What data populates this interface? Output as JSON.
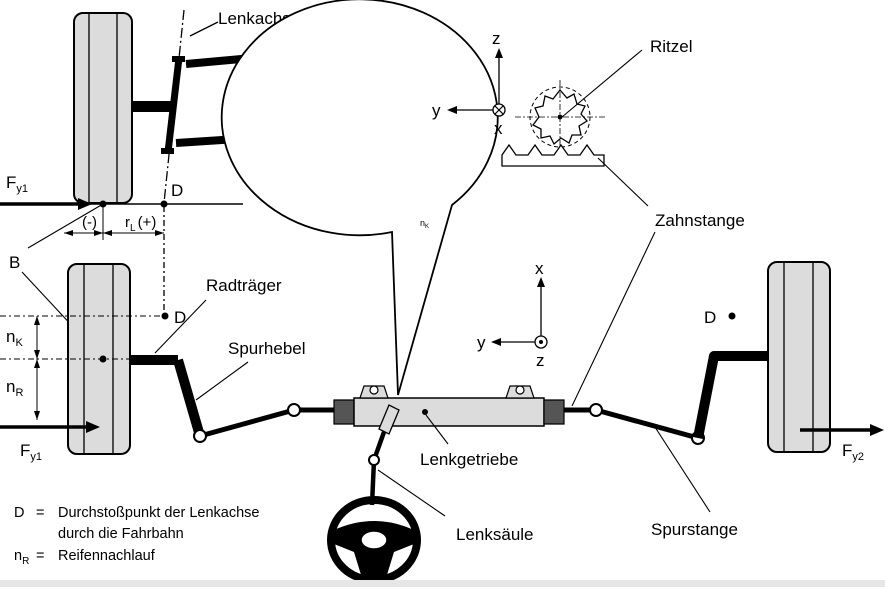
{
  "labels": {
    "lenkachse": "Lenkachse",
    "ritzel": "Ritzel",
    "zahnstange": "Zahnstange",
    "radtraeger": "Radträger",
    "spurhebel": "Spurhebel",
    "lenkgetriebe": "Lenkgetriebe",
    "lenksaeule": "Lenksäule",
    "spurstange": "Spurstange",
    "B": "B",
    "D_top": "D",
    "D_mid": "D",
    "D_right": "D",
    "nK_small": "n",
    "nK_small_sub": "K"
  },
  "forces": {
    "fy1_top": "F",
    "fy1_top_sub": "y1",
    "fy1_bottom": "F",
    "fy1_bottom_sub": "y1",
    "fy2": "F",
    "fy2_sub": "y2"
  },
  "dims": {
    "nK": "n",
    "nK_sub": "K",
    "nR": "n",
    "nR_sub": "R",
    "minus": "(-)",
    "rL": "r",
    "rL_sub": "L",
    "plus": "(+)"
  },
  "axes": {
    "top": {
      "a": "z",
      "b": "y",
      "c": "x"
    },
    "zoom": {
      "a": "z",
      "b": "y",
      "c": "x"
    },
    "mid": {
      "a": "x",
      "b": "y",
      "c": "z"
    }
  },
  "legend": {
    "d_key": "D",
    "eq1": "=",
    "d_text_1": "Durchstoßpunkt der Lenkachse",
    "d_text_2": "durch die Fahrbahn",
    "nr_key": "n",
    "nr_key_sub": "R",
    "eq2": "=",
    "nr_text": "Reifennachlauf"
  }
}
